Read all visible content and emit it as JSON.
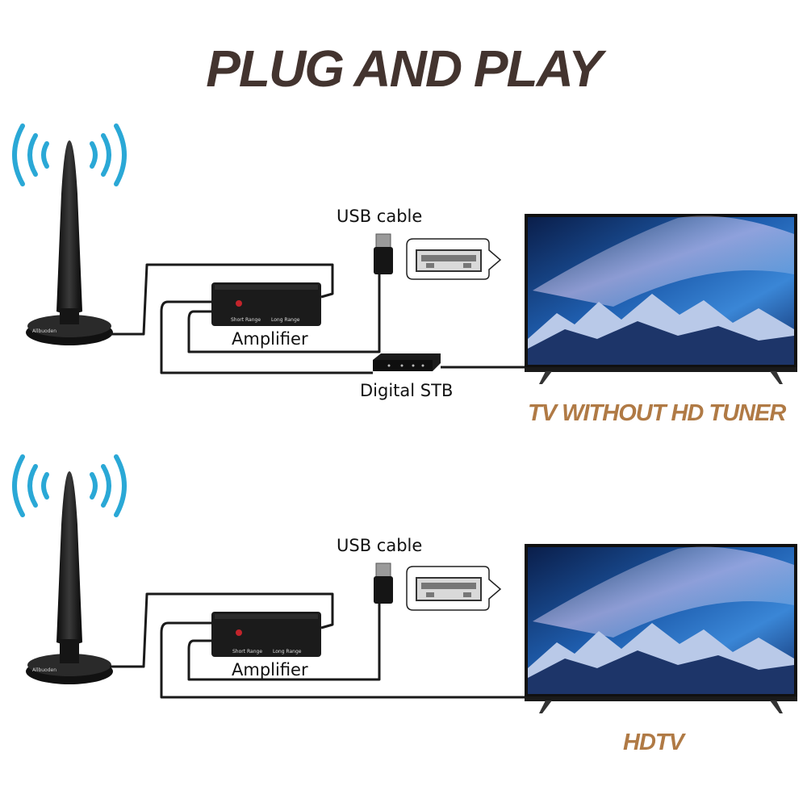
{
  "title": "PLUG AND PLAY",
  "colors": {
    "caption": "#b07a45",
    "title": "#43342f",
    "wave": "#2aa8d6"
  },
  "scenes": [
    {
      "usb_label": "USB cable",
      "amplifier_label": "Amplifier",
      "amp_short": "Short Range",
      "amp_long": "Long Range",
      "brand": "Allbuoden",
      "stb_label": "Digital STB",
      "caption": "TV WITHOUT HD TUNER"
    },
    {
      "usb_label": "USB cable",
      "amplifier_label": "Amplifier",
      "amp_short": "Short Range",
      "amp_long": "Long Range",
      "brand": "Allbuoden",
      "caption": "HDTV"
    }
  ]
}
